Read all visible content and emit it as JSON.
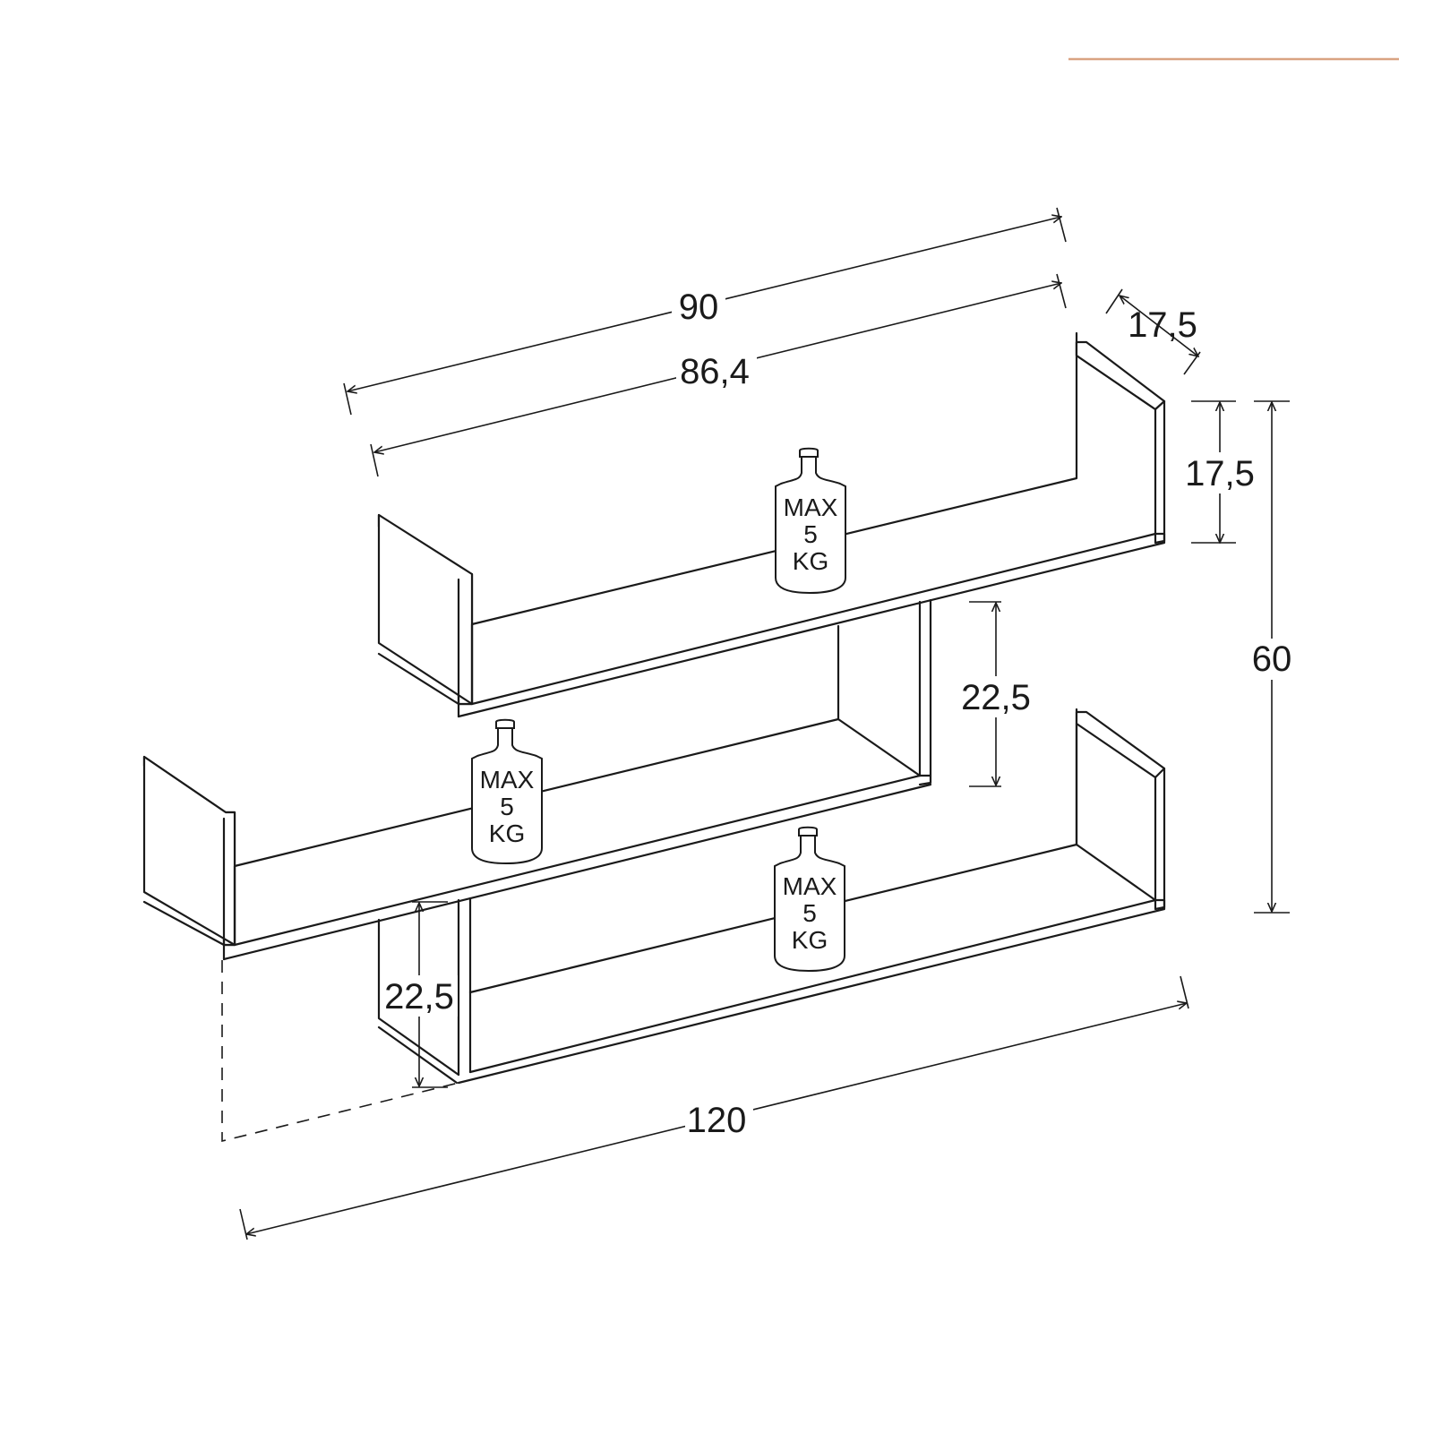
{
  "colors": {
    "line": "#1a1a1a",
    "accent": "#d9a382",
    "background": "#ffffff"
  },
  "dimensions": {
    "top_width_outer": "90",
    "top_width_inner": "86,4",
    "depth": "17,5",
    "side_height": "17,5",
    "total_height": "60",
    "gap_upper": "22,5",
    "gap_lower": "22,5",
    "bottom_width": "120"
  },
  "load_labels": {
    "top": [
      "MAX",
      "5",
      "KG"
    ],
    "middle": [
      "MAX",
      "5",
      "KG"
    ],
    "bottom": [
      "MAX",
      "5",
      "KG"
    ]
  }
}
